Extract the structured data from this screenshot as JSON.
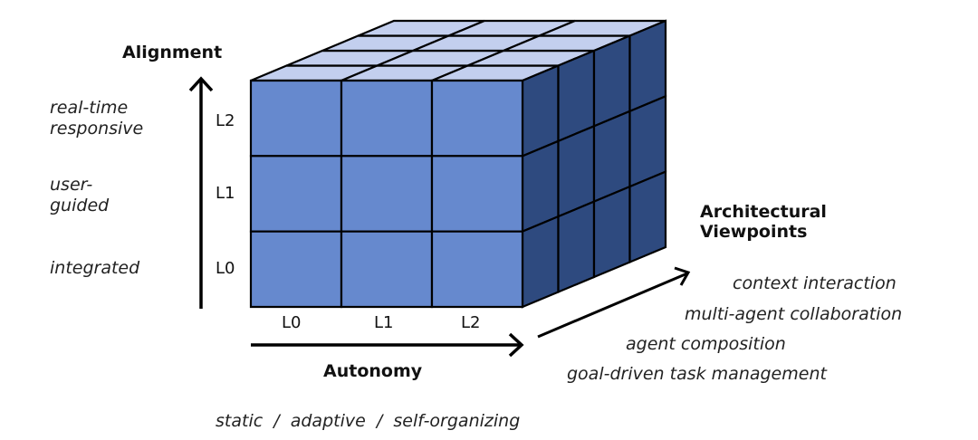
{
  "colors": {
    "front": "#6689CE",
    "side": "#2E4A7F",
    "top": "#C3CFEE",
    "line": "#000000"
  },
  "cube": {
    "columns": 3,
    "rows": 3,
    "depth": 4
  },
  "alignment": {
    "title": "Alignment",
    "levels": [
      "L2",
      "L1",
      "L0"
    ],
    "descriptions": [
      [
        "real-time",
        "responsive"
      ],
      [
        "user-",
        "guided"
      ],
      [
        "integrated"
      ]
    ]
  },
  "autonomy": {
    "title": "Autonomy",
    "levels": [
      "L0",
      "L1",
      "L2"
    ],
    "description": "static  /  adaptive  /  self-organizing"
  },
  "viewpoints": {
    "title_line1": "Architectural",
    "title_line2": "Viewpoints",
    "items": [
      "context interaction",
      "multi-agent collaboration",
      "agent composition",
      "goal-driven task management"
    ]
  }
}
